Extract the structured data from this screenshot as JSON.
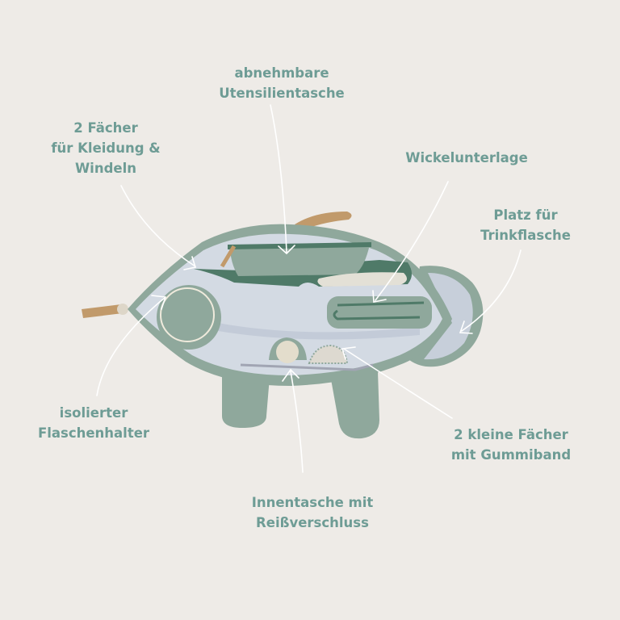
{
  "labels": {
    "utensil_pouch": [
      "abnehmbare",
      "Utensilientasche"
    ],
    "clothes_compartments": [
      "2 Fächer",
      "für Kleidung &",
      "Windeln"
    ],
    "changing_mat": [
      "Wickelunterlage"
    ],
    "bottle_space": [
      "Platz für",
      "Trinkflasche"
    ],
    "bottle_holder": [
      "isolierter",
      "Flaschenhalter"
    ],
    "small_pockets": [
      "2 kleine Fächer",
      "mit Gummiband"
    ],
    "zip_pocket": [
      "Innentasche mit",
      "Reißverschluss"
    ]
  },
  "colors": {
    "background": "#eeebe7",
    "label_text": "#6e9c95",
    "bag_outer": "#8fa89c",
    "bag_inner": "#d3dae3",
    "dark_green": "#4f7a68",
    "strap": "#c19a6b",
    "arrow": "#ffffff"
  }
}
